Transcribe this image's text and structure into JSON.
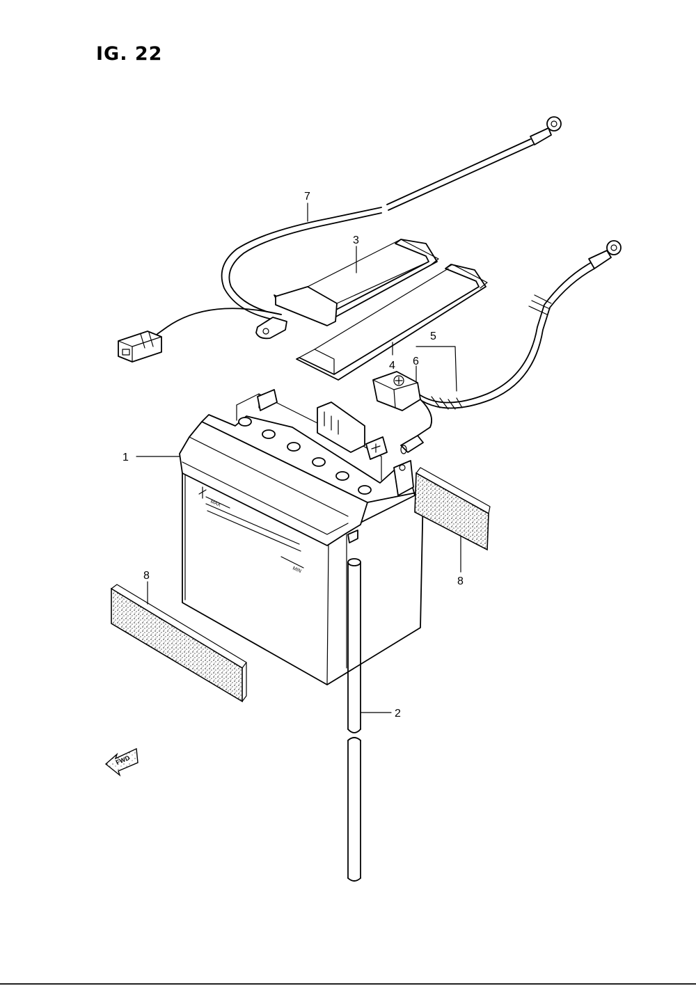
{
  "figure": {
    "title": "IG. 22"
  },
  "callouts": {
    "battery": "1",
    "breather_hose": "2",
    "strap_a": "3",
    "strap_b": "4",
    "cable_assy": "5",
    "terminal_cover": "6",
    "negative_lead": "7",
    "pad_right": "8",
    "pad_left": "8"
  },
  "battery_marks": {
    "max": "MAX",
    "min": "MIN",
    "plus": "+",
    "minus": "−"
  },
  "direction_badge": {
    "text": "FWD",
    "icon": "fwd-arrow-icon"
  }
}
